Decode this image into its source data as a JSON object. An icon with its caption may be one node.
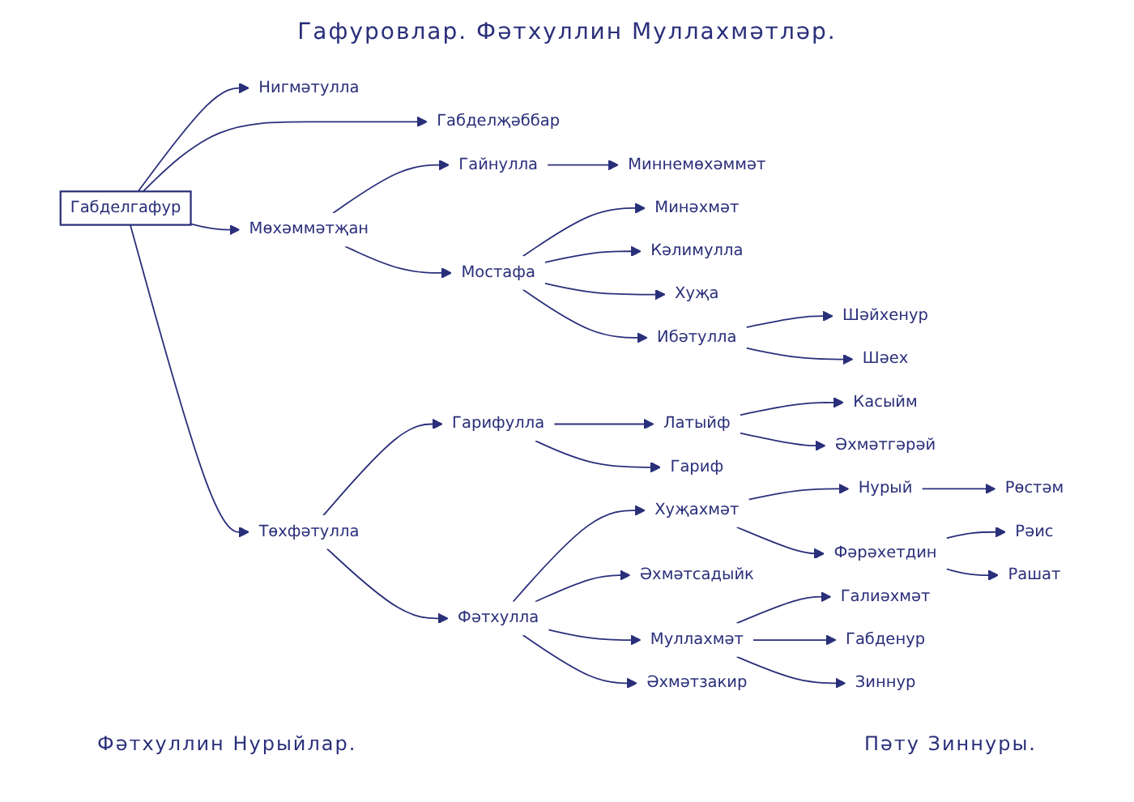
{
  "diagram": {
    "title": "Гафуровлар. Фәтхуллин Муллахмәтләр.",
    "nodes": [
      {
        "text": [
          "Габделгафур"
        ]
      },
      {
        "text": [
          "Нигмәтулла"
        ]
      },
      {
        "text": [
          "Мөхәммәтҗан"
        ]
      },
      {
        "text": [
          "Төхфәтулла"
        ]
      },
      {
        "text": [
          "Габделҗәббар"
        ]
      },
      {
        "text": [
          "Гайнулла"
        ]
      },
      {
        "text": [
          "Мостафа"
        ]
      },
      {
        "text": [
          "Миннемөхәммәт"
        ]
      },
      {
        "text": [
          "Минәхмәт"
        ]
      },
      {
        "text": [
          "Кәлимулла"
        ]
      },
      {
        "text": [
          "Хуҗа"
        ]
      },
      {
        "text": [
          "Ибәтулла"
        ]
      },
      {
        "text": [
          "Шәйхенур"
        ]
      },
      {
        "text": [
          "Шәех"
        ]
      },
      {
        "text": [
          "Гарифулла"
        ]
      },
      {
        "text": [
          "Латыйф"
        ]
      },
      {
        "text": [
          "Гариф"
        ]
      },
      {
        "text": [
          "Касыйм"
        ]
      },
      {
        "text": [
          "Әхмәтгәрәй"
        ]
      },
      {
        "text": [
          "Фәтхулла"
        ]
      },
      {
        "text": [
          "Хуҗахмәт"
        ]
      },
      {
        "text": [
          "Нурый"
        ]
      },
      {
        "text": [
          "Рөстәм"
        ]
      },
      {
        "text": [
          "Фәрәхетдин"
        ]
      },
      {
        "text": [
          "Рәис"
        ]
      },
      {
        "text": [
          "Рашат"
        ]
      },
      {
        "text": [
          "Әхмәтсадыйк"
        ]
      },
      {
        "text": [
          "Муллахмәт"
        ]
      },
      {
        "text": [
          "Әхмәтзакир"
        ]
      },
      {
        "text": [
          "Галиәхмәт"
        ]
      },
      {
        "text": [
          "Габденур"
        ]
      },
      {
        "text": [
          "Зиннур"
        ]
      }
    ],
    "edges": [
      {
        "from": 0,
        "to": 1,
        "arrow": "to"
      },
      {
        "from": 0,
        "to": 2,
        "arrow": "to"
      },
      {
        "from": 0,
        "to": 3,
        "arrow": "to"
      },
      {
        "from": 0,
        "to": 4,
        "arrow": "to"
      },
      {
        "from": 2,
        "to": 5,
        "arrow": "to"
      },
      {
        "from": 2,
        "to": 6,
        "arrow": "to"
      },
      {
        "from": 5,
        "to": 7,
        "arrow": "to"
      },
      {
        "from": 6,
        "to": 8,
        "arrow": "to"
      },
      {
        "from": 6,
        "to": 9,
        "arrow": "to"
      },
      {
        "from": 6,
        "to": 10,
        "arrow": "to"
      },
      {
        "from": 6,
        "to": 11,
        "arrow": "to"
      },
      {
        "from": 11,
        "to": 12,
        "arrow": "to"
      },
      {
        "from": 11,
        "to": 13,
        "arrow": "to"
      },
      {
        "from": 3,
        "to": 14,
        "arrow": "to"
      },
      {
        "from": 14,
        "to": 15,
        "arrow": "to"
      },
      {
        "from": 14,
        "to": 16,
        "arrow": "to"
      },
      {
        "from": 15,
        "to": 17,
        "arrow": "to"
      },
      {
        "from": 15,
        "to": 18,
        "arrow": "to"
      },
      {
        "from": 3,
        "to": 19,
        "arrow": "to"
      },
      {
        "from": 19,
        "to": 20,
        "arrow": "to"
      },
      {
        "from": 20,
        "to": 21,
        "arrow": "to"
      },
      {
        "from": 21,
        "to": 22,
        "arrow": "to"
      },
      {
        "from": 20,
        "to": 23,
        "arrow": "to"
      },
      {
        "from": 23,
        "to": 24,
        "arrow": "to"
      },
      {
        "from": 23,
        "to": 25,
        "arrow": "to"
      },
      {
        "from": 19,
        "to": 26,
        "arrow": "to"
      },
      {
        "from": 19,
        "to": 27,
        "arrow": "to"
      },
      {
        "from": 19,
        "to": 28,
        "arrow": "to"
      },
      {
        "from": 27,
        "to": 29,
        "arrow": "to"
      },
      {
        "from": 27,
        "to": 30,
        "arrow": "to"
      },
      {
        "from": 27,
        "to": 31,
        "arrow": "to"
      }
    ],
    "labels": [
      "Фәтхуллин Нурыйлар.",
      "Пәту Зиннуры."
    ]
  }
}
